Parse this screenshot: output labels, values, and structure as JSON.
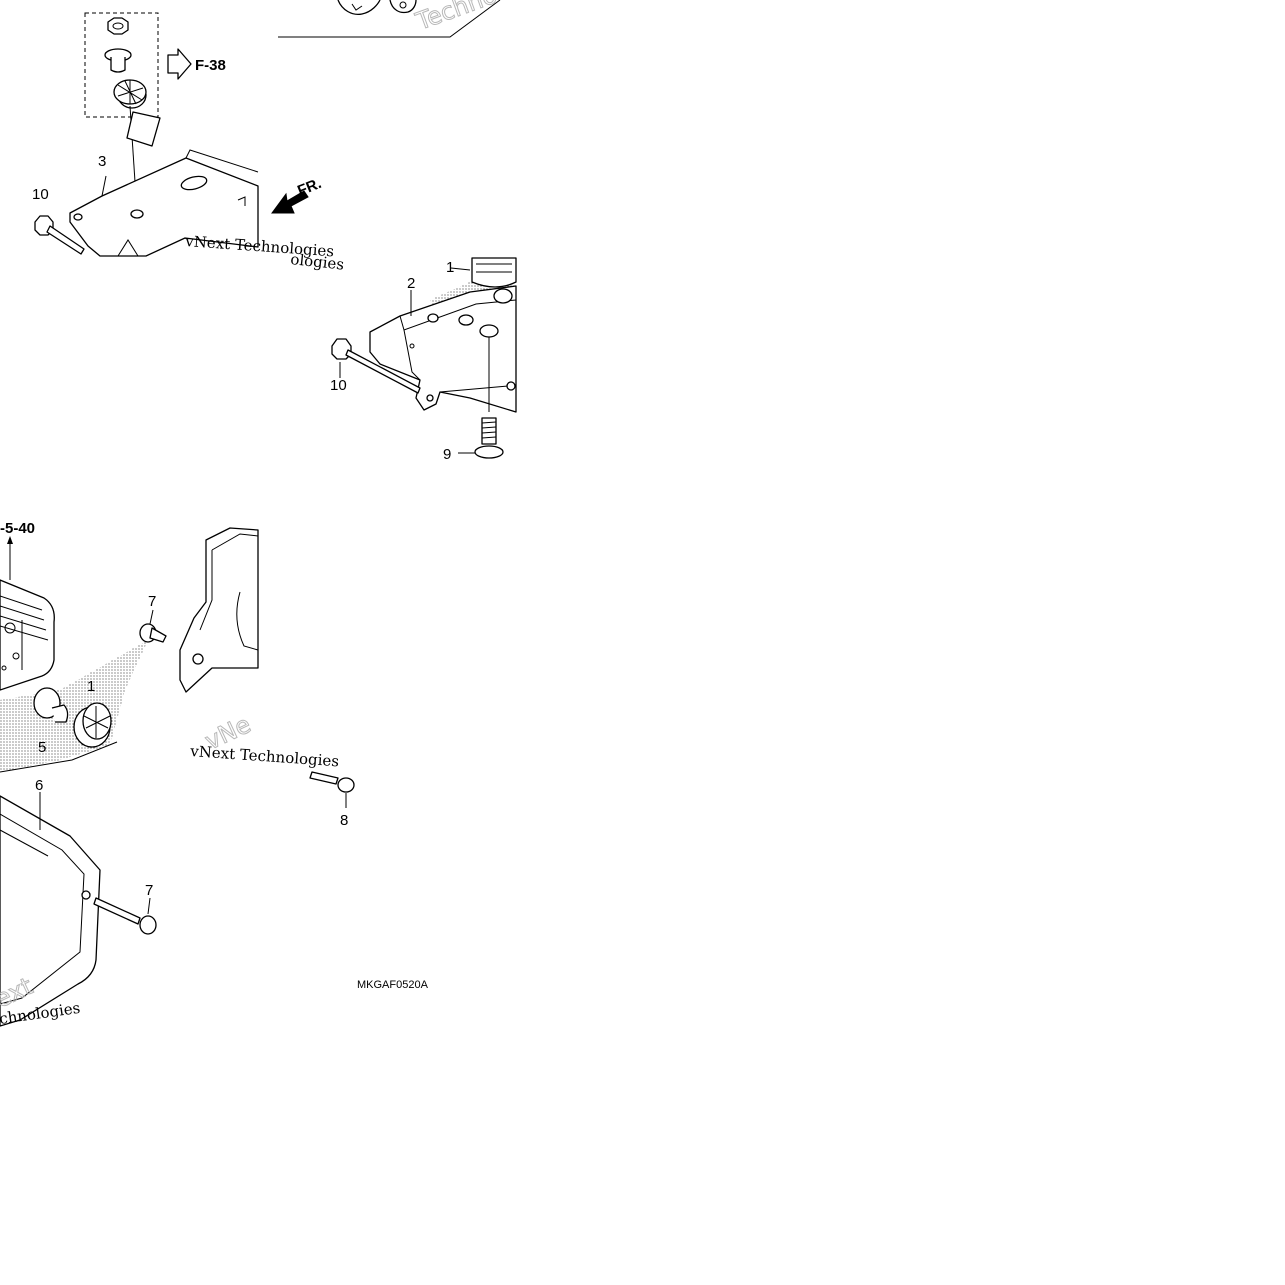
{
  "diagram": {
    "diagram_code": "MKGAF0520A",
    "watermark": {
      "line1": "vNext Technologies",
      "brand_fragment": "Techno"
    },
    "callouts": [
      {
        "id": "c3",
        "label": "3"
      },
      {
        "id": "c10a",
        "label": "10"
      },
      {
        "id": "c1a",
        "label": "1"
      },
      {
        "id": "c2",
        "label": "2"
      },
      {
        "id": "c10b",
        "label": "10"
      },
      {
        "id": "c9",
        "label": "9"
      },
      {
        "id": "c7a",
        "label": "7"
      },
      {
        "id": "c1b",
        "label": "1"
      },
      {
        "id": "c5",
        "label": "5"
      },
      {
        "id": "c6",
        "label": "6"
      },
      {
        "id": "c8",
        "label": "8"
      },
      {
        "id": "c7b",
        "label": "7"
      }
    ],
    "references": {
      "f38": "F-38",
      "f540": "-5-40",
      "front": "FR."
    }
  }
}
